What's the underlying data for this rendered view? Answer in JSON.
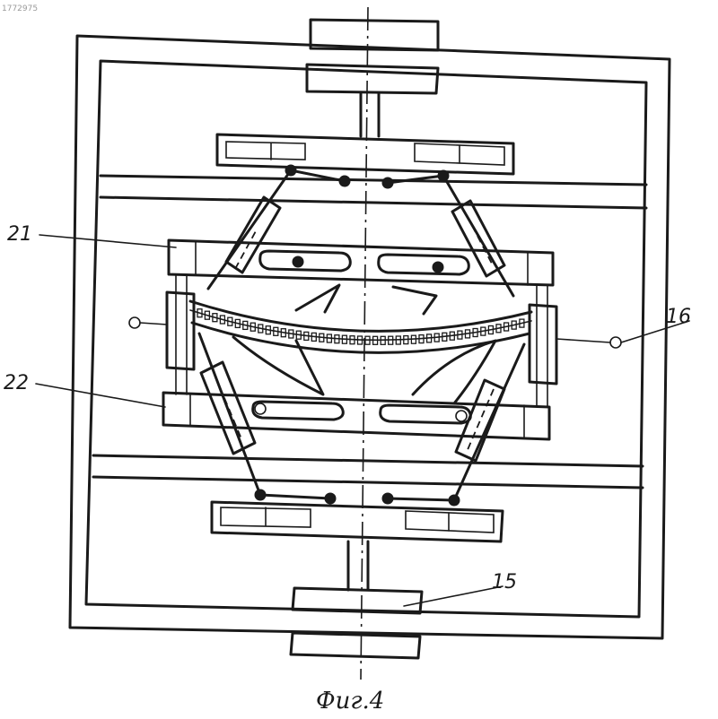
{
  "figure": {
    "caption": "Фиг.4",
    "corner_mark": "1772975"
  },
  "callouts": {
    "c21": "21",
    "c22": "22",
    "c16": "16",
    "c15": "15"
  },
  "colors": {
    "ink": "#1a1a1a",
    "paper": "#ffffff"
  }
}
